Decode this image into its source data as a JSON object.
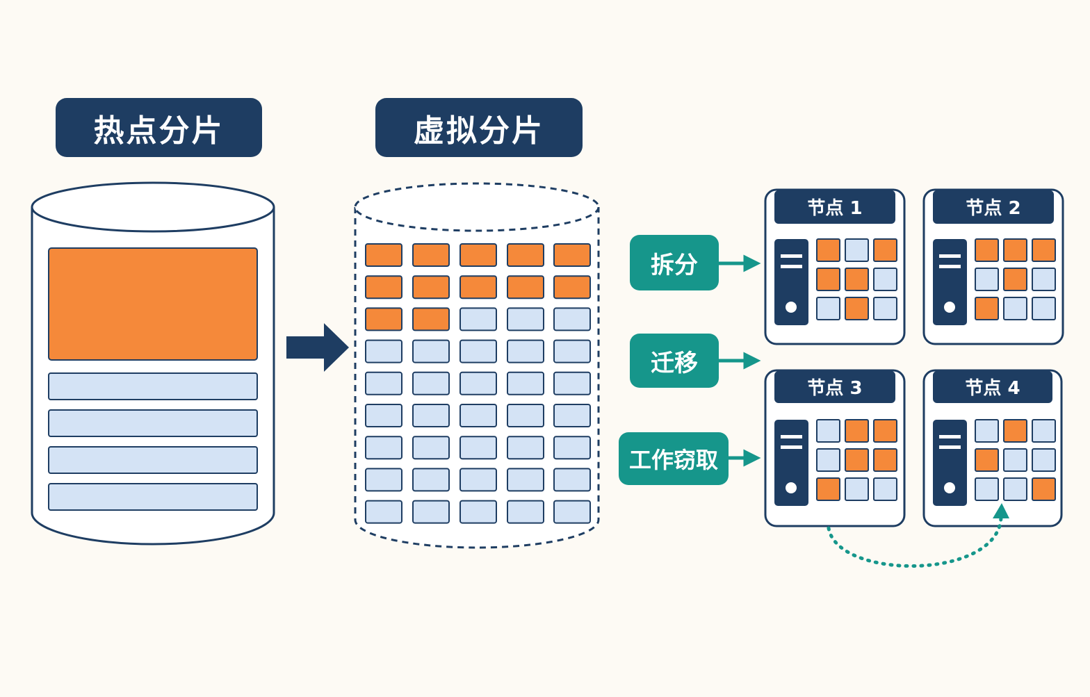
{
  "titles": {
    "hot_shard": "热点分片",
    "virtual_shard": "虚拟分片"
  },
  "actions": {
    "split": "拆分",
    "migrate": "迁移",
    "work_stealing": "工作窃取"
  },
  "nodes": [
    {
      "label": "节点 1",
      "tiles": [
        "hot",
        "cold",
        "hot",
        "hot",
        "hot",
        "cold",
        "cold",
        "hot",
        "cold"
      ]
    },
    {
      "label": "节点 2",
      "tiles": [
        "hot",
        "hot",
        "hot",
        "cold",
        "hot",
        "cold",
        "hot",
        "cold",
        "cold"
      ]
    },
    {
      "label": "节点 3",
      "tiles": [
        "cold",
        "hot",
        "hot",
        "cold",
        "hot",
        "hot",
        "hot",
        "cold",
        "cold"
      ]
    },
    {
      "label": "节点 4",
      "tiles": [
        "cold",
        "hot",
        "cold",
        "hot",
        "cold",
        "cold",
        "cold",
        "cold",
        "hot"
      ]
    }
  ],
  "hot_shard_rows": 4,
  "virtual_grid": {
    "rows": 9,
    "cols": 5,
    "hot_cells": 12
  },
  "colors": {
    "navy": "#1e3d62",
    "orange": "#f5893a",
    "light_blue": "#d4e3f5",
    "teal": "#16968b",
    "background": "#fdfaf4"
  }
}
